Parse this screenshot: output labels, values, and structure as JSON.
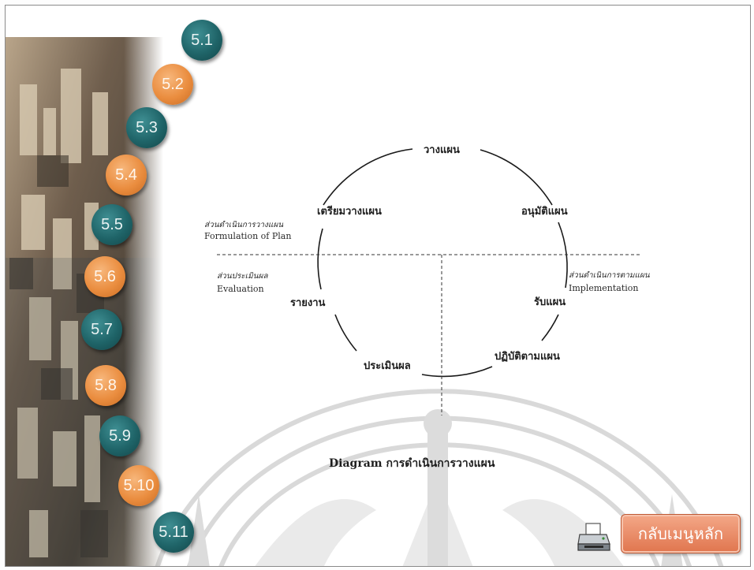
{
  "nav": [
    {
      "label": "5.1",
      "color": "teal"
    },
    {
      "label": "5.2",
      "color": "orange"
    },
    {
      "label": "5.3",
      "color": "teal"
    },
    {
      "label": "5.4",
      "color": "orange"
    },
    {
      "label": "5.5",
      "color": "teal"
    },
    {
      "label": "5.6",
      "color": "orange"
    },
    {
      "label": "5.7",
      "color": "teal"
    },
    {
      "label": "5.8",
      "color": "orange"
    },
    {
      "label": "5.9",
      "color": "teal"
    },
    {
      "label": "5.10",
      "color": "orange"
    },
    {
      "label": "5.11",
      "color": "teal"
    }
  ],
  "diagram": {
    "nodes": {
      "top": "วางแผน",
      "right_upper": "อนุมัติแผน",
      "right_lower": "รับแผน",
      "bottom_right": "ปฏิบัติตามแผน",
      "bottom_left": "ประเมินผล",
      "left_lower": "รายงาน",
      "left_upper": "เตรียมวางแผน"
    },
    "sections": {
      "formulation": {
        "thai": "ส่วนดำเนินการวางแผน",
        "english": "Formulation of Plan"
      },
      "evaluation": {
        "thai": "ส่วนประเมินผล",
        "english": "Evaluation"
      },
      "implementation": {
        "thai": "ส่วนดำเนินการตามแผน",
        "english": "Implementation"
      }
    },
    "caption": "Diagram การดำเนินการวางแผน"
  },
  "footer": {
    "printer_icon": "printer-icon",
    "back_label": "กลับเมนูหลัก"
  },
  "colors": {
    "teal": "#1f6468",
    "orange": "#ea8d3f",
    "back_button": "#e0754e"
  }
}
